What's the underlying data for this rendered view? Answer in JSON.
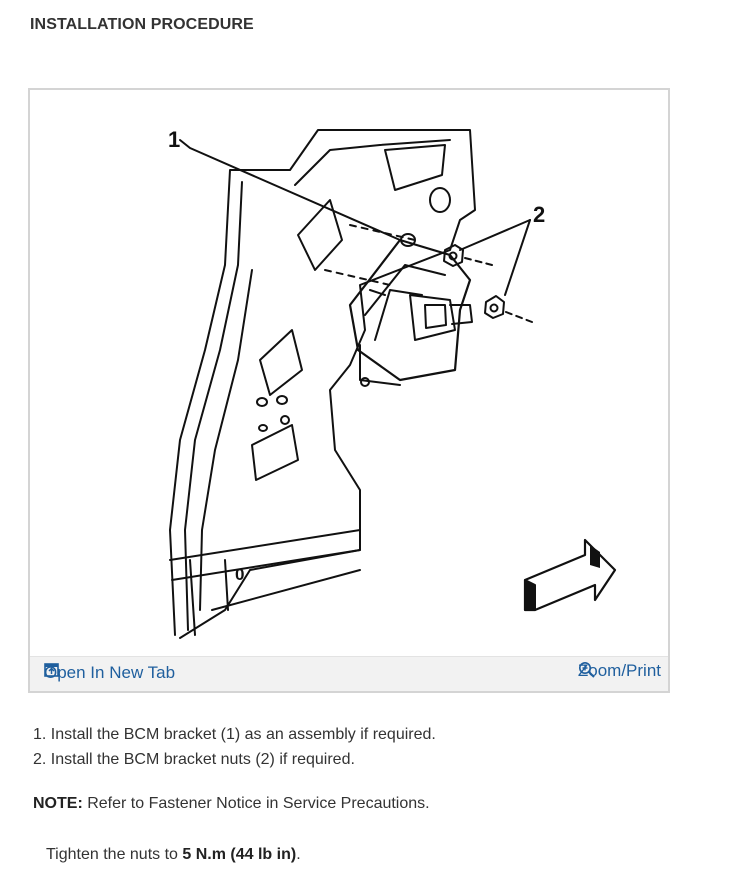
{
  "heading": "INSTALLATION PROCEDURE",
  "figure": {
    "callout_1": "1",
    "callout_2": "2",
    "part_mark": "0",
    "open_label": "Open In New Tab",
    "zoom_label": "Zoom/Print",
    "open_icon": "open-in-new-tab-icon",
    "zoom_icon": "magnifier-plus-icon",
    "link_color": "#1f5f9e"
  },
  "steps": [
    "1. Install the BCM bracket (1) as an assembly if required.",
    "2. Install the BCM bracket nuts (2) if required."
  ],
  "note": {
    "label": "NOTE:",
    "text": " Refer to Fastener Notice in Service Precautions."
  },
  "tighten": {
    "prefix": "Tighten the nuts to ",
    "value": "5 N.m (44 lb in)",
    "suffix": "."
  }
}
